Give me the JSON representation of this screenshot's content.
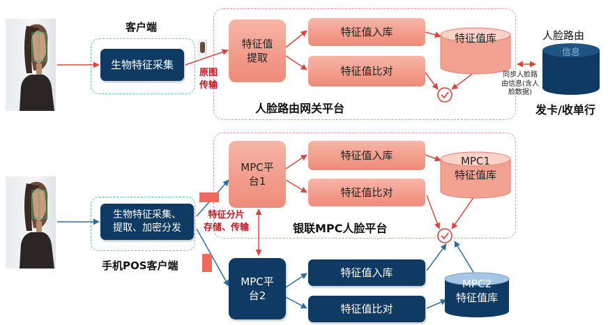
{
  "top": {
    "client_label": "客户端",
    "collect_box": "生物特征采集",
    "transfer_note": "原图\n传输",
    "extract_box": "特征值\n提取",
    "store_box": "特征值入库",
    "compare_box": "特征值比对",
    "db_label": "特征值库",
    "platform_label": "人脸路由网关平台",
    "route_db_title": "人脸路由",
    "route_db_inner": "信息",
    "sync_note": "同步人脸路\n由信息(含人\n脸数据)",
    "bank_label": "发卡/收单行"
  },
  "bottom": {
    "client_label": "手机POS客户端",
    "collect_box": "生物特征采集、\n提取、加密分发",
    "shard_note": "特征分片\n存储、传输",
    "mpc1_box": "MPC平\n台1",
    "store1_box": "特征值入库",
    "compare1_box": "特征值比对",
    "mpc1_db": "MPC1\n特征值库",
    "platform_label": "银联MPC人脸平台",
    "mpc2_box": "MPC平\n台2",
    "store2_box": "特征值入库",
    "compare2_box": "特征值比对",
    "mpc2_db": "MPC2\n特征值库"
  },
  "colors": {
    "navy": "#0f3a63",
    "pink": "#ee8a78",
    "red_arrow": "#d9463c",
    "blue_arrow": "#2c6e9e",
    "check": "#d9463c"
  },
  "icons": [
    "person-photo",
    "check-circle-icon",
    "database-icon"
  ]
}
